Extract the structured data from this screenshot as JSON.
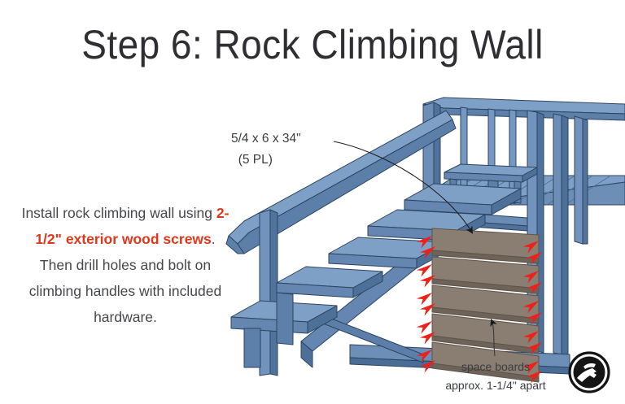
{
  "slide": {
    "title": "Step 6: Rock Climbing Wall",
    "background_color": "#ffffff",
    "title_color": "#2f2f33"
  },
  "instruction": {
    "lead_text": "Install rock climbing wall using ",
    "highlight_text": "2-1/2\" exterior wood screws",
    "highlight_color": "#e2361a",
    "tail_text": ". Then drill holes and bolt on climbing handles with included hardware.",
    "full_text": "Install rock climbing wall using 2-1/2\" exterior wood screws. Then drill holes and bolt on climbing handles with included hardware."
  },
  "callouts": {
    "board_size": {
      "line1": "5/4 x 6 x 34\"",
      "line2": "(5 PL)"
    },
    "spacing": {
      "line1": "space boards",
      "line2": "approx. 1-1/4\" apart"
    }
  },
  "illustration": {
    "type": "3d-isometric-line-drawing",
    "description": "playset stairs with rock climbing wall boards",
    "board_count": 5,
    "board_color": "#8a7d71",
    "board_edge_color": "#6a5f56",
    "arrow_color": "#ef2018",
    "arrow_count": 20,
    "wood_light": "#7e9cc2",
    "wood_mid": "#6486b0",
    "wood_dark": "#4d7099",
    "wood_darkest": "#3c5c83",
    "outline_color": "#2c4460",
    "leader_line_color": "#222222"
  },
  "logo": {
    "name": "builder-logo",
    "shape": "circle",
    "color": "#151515"
  }
}
